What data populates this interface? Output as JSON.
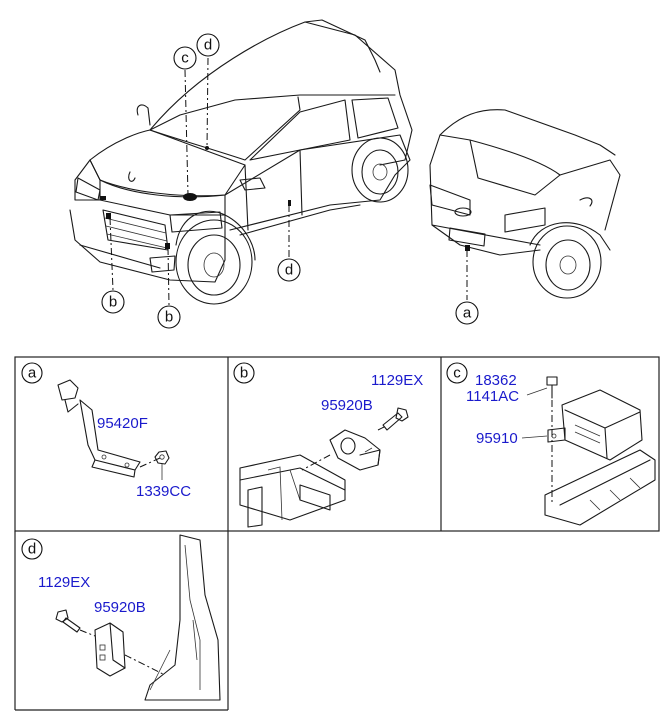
{
  "callouts": {
    "overview": [
      "a",
      "b",
      "b",
      "c",
      "d",
      "d"
    ],
    "panels": [
      "a",
      "b",
      "c",
      "d"
    ]
  },
  "panel_a": {
    "parts": [
      "95420F",
      "1339CC"
    ]
  },
  "panel_b": {
    "parts": [
      "1129EX",
      "95920B"
    ]
  },
  "panel_c": {
    "parts": [
      "18362",
      "1141AC",
      "95910"
    ]
  },
  "panel_d": {
    "parts": [
      "1129EX",
      "95920B"
    ]
  },
  "colors": {
    "part_label": "#1a1acc",
    "line": "#1a1a1a"
  }
}
